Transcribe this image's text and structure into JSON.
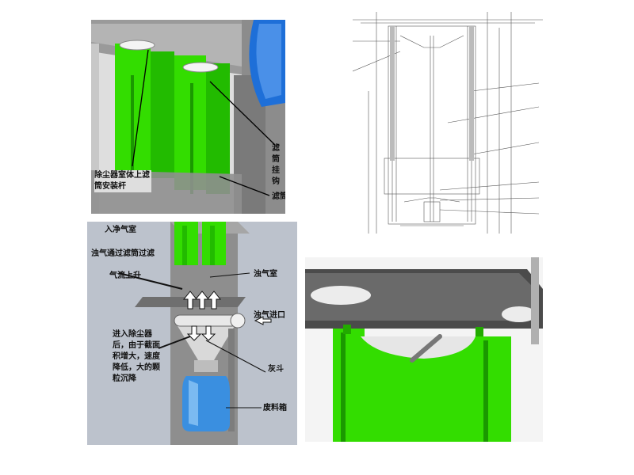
{
  "panels": {
    "top_left": {
      "labels": {
        "rod": "除尘器室体上滤筒安装杆",
        "hook": "滤筒挂钩",
        "filter": "滤筒"
      }
    },
    "bottom_left": {
      "labels": {
        "clean_chamber": "入净气室",
        "filtering": "浊气通过滤筒过滤",
        "airflow_up": "气流上升",
        "dirty_chamber": "浊气室",
        "inlet": "浊气进口",
        "settling": "进入除尘器后，由于截面积增大，速度降低，大的颗粒沉降",
        "hopper": "灰斗",
        "waste_box": "废料箱"
      }
    }
  },
  "colors": {
    "filter_green": "#33dd00",
    "steel_gray": "#8a8a8a",
    "fan_blue": "#1e6fd8",
    "bottle_blue": "#3a8fe0"
  }
}
